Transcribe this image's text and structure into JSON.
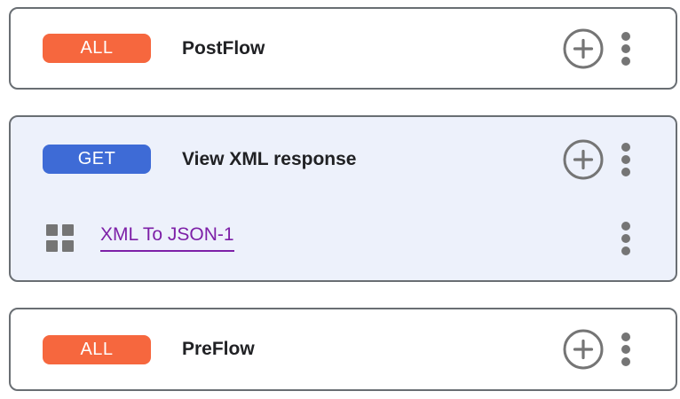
{
  "colors": {
    "badge_all": "#f6673e",
    "badge_get": "#3e6bd6",
    "card_border": "#696e73",
    "card_bg": "#ffffff",
    "selected_card_bg": "#edf1fb",
    "title_text": "#202124",
    "badge_text": "#ffffff",
    "link_text": "#7d20a7",
    "icon_gray": "#757575"
  },
  "flows": [
    {
      "method": "ALL",
      "name": "PostFlow",
      "selected": false
    },
    {
      "method": "GET",
      "name": "View XML response",
      "selected": true,
      "policies": [
        {
          "name": "XML To JSON-1"
        }
      ]
    },
    {
      "method": "ALL",
      "name": "PreFlow",
      "selected": false
    }
  ],
  "icons": {
    "add": "plus-circle-icon",
    "menu": "kebab-menu-icon",
    "policy_step": "grid-squares-icon"
  }
}
